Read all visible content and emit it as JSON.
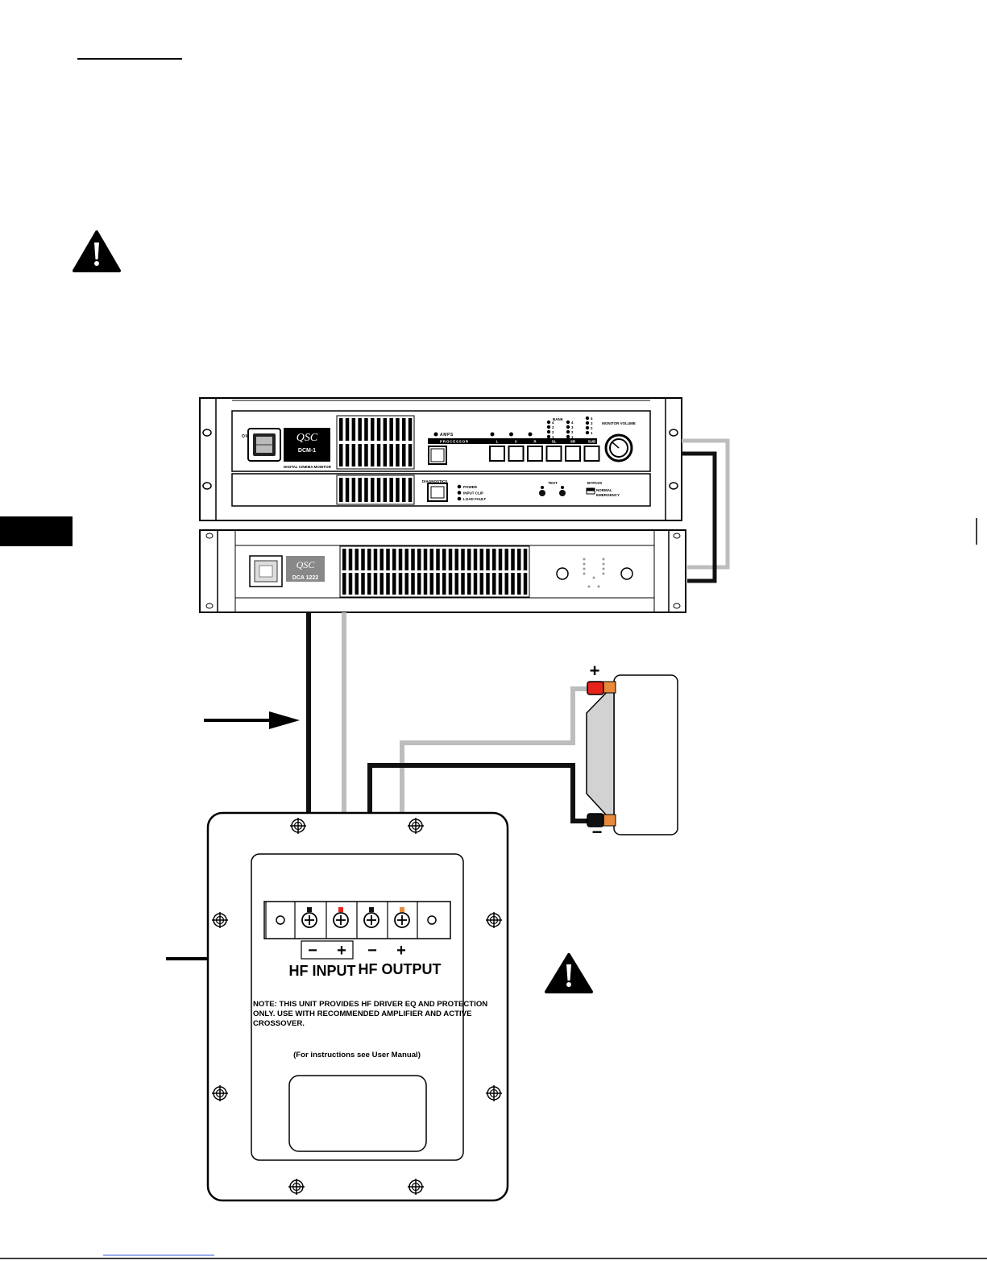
{
  "processor": {
    "brand": "QSC",
    "model": "DCM-1",
    "subtitle": "DIGITAL CINEMA MONITOR",
    "power_label": "ON",
    "amps_label": "AMPS",
    "processor_label": "PROCESSOR",
    "channel_labels": [
      "L",
      "C",
      "R",
      "SL",
      "SR",
      "SUB"
    ],
    "bank_label": "BANK",
    "bank_rows_left": [
      "4",
      "3",
      "2",
      "1"
    ],
    "bank_rows_mid": [
      "4",
      "3",
      "2",
      "1"
    ],
    "bank_rows_right": [
      "4",
      "3",
      "2",
      "1"
    ],
    "monitor_volume_label": "MONITOR VOLUME",
    "diagnostics_label": "DIAGNOSTICS",
    "diag_indicators": [
      "POWER",
      "INPUT CLIP",
      "LOAD FAULT"
    ],
    "test_label": "TEST",
    "bypass_label": "BYPASS",
    "bypass_options": [
      "NORMAL",
      "EMERGENCY"
    ]
  },
  "amplifier": {
    "brand": "QSC",
    "model": "DCA 1222"
  },
  "terminal_panel": {
    "hf_input_label": "HF INPUT",
    "hf_output_label": "HF OUTPUT",
    "minus_symbol": "−",
    "plus_symbol": "+",
    "note_line_1": "NOTE: THIS UNIT PROVIDES HF DRIVER EQ AND PROTECTION",
    "note_line_2": "ONLY. USE WITH RECOMMENDED AMPLIFIER AND ACTIVE",
    "note_line_3": "CROSSOVER.",
    "instructions": "(For instructions see User Manual)"
  },
  "driver": {
    "plus_label": "+",
    "minus_label": "−"
  },
  "colors": {
    "black_wire": "#111111",
    "gray_wire": "#bdbdbd",
    "red_terminal": "#e5231b",
    "orange_terminal": "#e98a3a",
    "driver_body": "#d2d2d2"
  }
}
